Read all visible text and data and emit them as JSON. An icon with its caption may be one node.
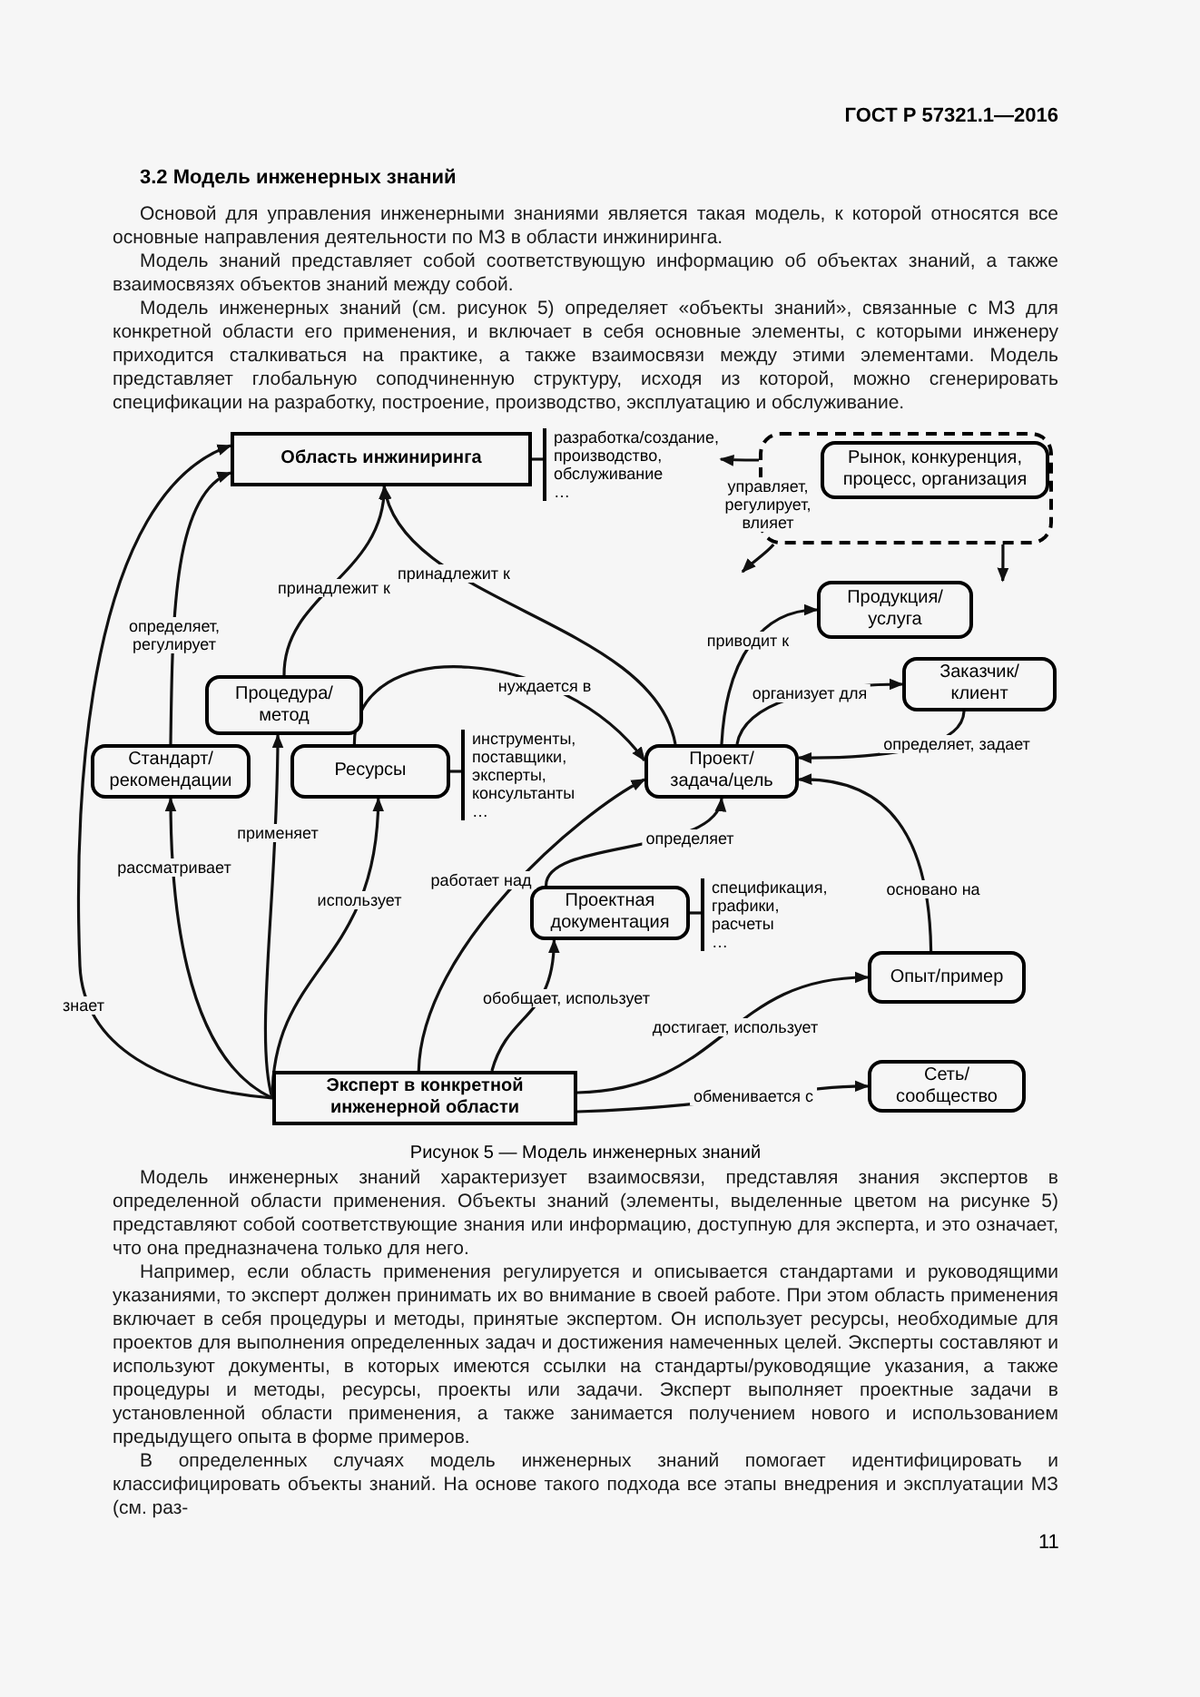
{
  "diagram": {
    "title": "3.2 Модель инженерных знаний",
    "caption": "Рисунок 5 — Модель инженерных знаний",
    "nodes": [
      {
        "text": [
          "Область инжиниринга"
        ],
        "beside": [
          "разработка/создание, производство, обслуживание",
          "…"
        ]
      },
      {
        "text": [],
        "shape": "box"
      },
      {
        "text": [
          "Рынок, конкуренция, процесс, организация"
        ],
        "in": 1
      },
      {
        "text": [
          "Продукция/ услуга"
        ]
      },
      {
        "text": [
          "Заказчик/ клиент"
        ]
      },
      {
        "text": [
          "Процедура/ метод"
        ]
      },
      {
        "text": [
          "Стандарт/ рекомендации"
        ]
      },
      {
        "text": [
          "Ресурсы"
        ],
        "beside": [
          "инструменты, поставщики, эксперты, консультанты",
          "…"
        ]
      },
      {
        "text": [
          "Проект/ задача/цель"
        ]
      },
      {
        "text": [
          "Проектная документация"
        ],
        "beside": [
          "спецификация, графики, расчеты",
          "…"
        ]
      },
      {
        "text": [
          "Опыт/пример"
        ]
      },
      {
        "text": [
          "Эксперт в конкретной инженерной области"
        ]
      },
      {
        "text": [
          "Сеть/ сообщество"
        ]
      }
    ],
    "edges": [
      {
        "from": 11,
        "to": 0,
        "arrow": "to",
        "label": "знает"
      },
      {
        "from": 6,
        "to": 0,
        "arrow": "to",
        "label": "определяет, регулирует"
      },
      {
        "from": 5,
        "to": 0,
        "arrow": "to",
        "label": "принадлежит к"
      },
      {
        "from": 8,
        "to": 0,
        "arrow": "to",
        "label": "принадлежит к"
      },
      {
        "from": 11,
        "to": 6,
        "arrow": "to",
        "label": "рассматривает"
      },
      {
        "from": 11,
        "to": 5,
        "arrow": "to",
        "label": "применяет"
      },
      {
        "from": 11,
        "to": 7,
        "arrow": "to",
        "label": "использует"
      },
      {
        "from": 11,
        "to": 8,
        "arrow": "to",
        "label": "работает над"
      },
      {
        "from": 7,
        "to": 8,
        "arrow": "to",
        "label": "нуждается в"
      },
      {
        "from": 11,
        "to": 9,
        "arrow": "to",
        "label": "обобщает, использует"
      },
      {
        "from": 9,
        "to": 8,
        "arrow": "to",
        "label": "определяет"
      },
      {
        "from": 8,
        "to": 3,
        "arrow": "to",
        "label": "приводит к"
      },
      {
        "from": 8,
        "to": 4,
        "arrow": "to",
        "label": "организует для"
      },
      {
        "from": 4,
        "to": 8,
        "arrow": "to",
        "label": "определяет, задает"
      },
      {
        "from": 10,
        "to": 8,
        "arrow": "to",
        "label": "основано на"
      },
      {
        "from": 11,
        "to": 10,
        "arrow": "to",
        "label": "достигает, использует"
      },
      {
        "from": 11,
        "to": 12,
        "arrow": "to",
        "label": "обменивается с"
      },
      {
        "from": 1,
        "to": 0,
        "arrow": "to",
        "label": "управляет, регулирует, влияет"
      },
      {
        "from": 1,
        "to": null,
        "arrow": "to"
      },
      {
        "from": 1,
        "to": 3,
        "arrow": "to"
      }
    ],
    "labels": [
      "ГОСТ Р 57321.1—2016",
      "Основой для управления инженерными знаниями является такая модель, к которой относятся все основные направления деятельности по МЗ в области инжиниринга.",
      "Модель знаний представляет собой соответствующую информацию об объектах знаний, а также взаимосвязях объектов знаний между собой.",
      "Модель инженерных знаний (см. рисунок 5) определяет «объекты знаний», связанные с МЗ для конкретной области его применения, и включает в себя основные элементы, с которыми инженеру приходится сталкиваться на практике, а также взаимосвязи между этими элементами. Модель представляет глобальную соподчиненную структуру, исходя из которой, можно сгенерировать спецификации на разработку, построение, производство, эксплуатацию и обслуживание.",
      "Модель инженерных знаний характеризует взаимосвязи, представляя знания экспертов в определенной области применения. Объекты знаний (элементы, выделенные цветом на рисунке 5) представляют собой соответствующие знания или информацию, доступную для эксперта, и это означает, что она предназначена только для него.",
      "Например, если область применения регулируется и описывается стандартами и руководящими указаниями, то эксперт должен принимать их во внимание в своей работе. При этом область применения включает в себя процедуры и методы, принятые экспертом. Он использует ресурсы, необходимые для проектов для выполнения определенных задач и достижения намеченных целей. Эксперты составляют и используют документы, в которых имеются ссылки на стандарты/руководящие указания, а также процедуры и методы, ресурсы, проекты или задачи. Эксперт выполняет проектные задачи в установленной области применения, а также занимается получением нового и использованием предыдущего опыта в форме примеров.",
      "В определенных случаях модель инженерных знаний помогает идентифицировать и классифицировать объекты знаний. На основе такого подхода все этапы внедрения и эксплуатации МЗ (см. раз-",
      "11"
    ]
  }
}
